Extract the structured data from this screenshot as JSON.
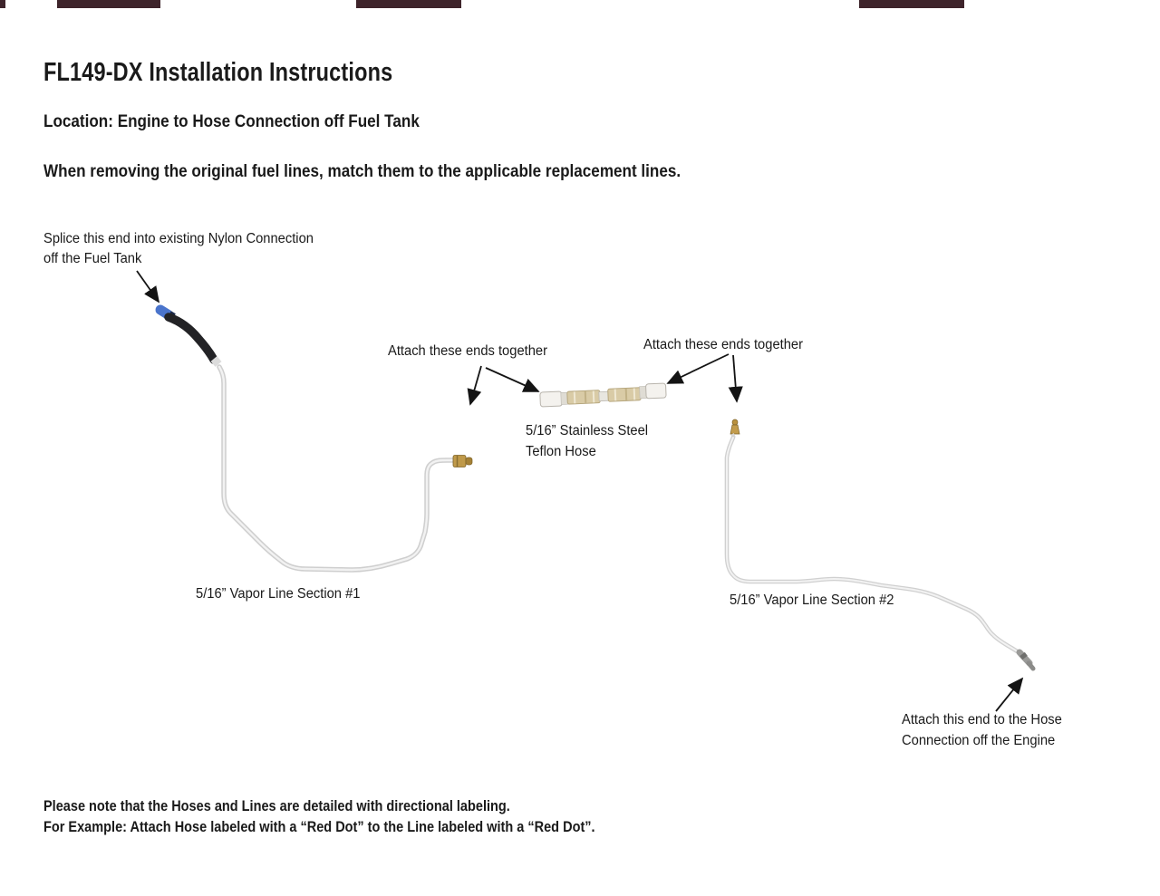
{
  "page": {
    "title": "FL149-DX Installation Instructions",
    "location": "Location: Engine to Hose Connection off Fuel Tank",
    "instruction": "When removing the original fuel lines, match them to the applicable replacement lines.",
    "footnote_line1": "Please note that the Hoses and Lines are detailed with directional labeling.",
    "footnote_line2": "For Example: Attach Hose labeled with a “Red Dot” to the Line labeled with a “Red Dot”."
  },
  "annotations": {
    "splice": {
      "line1": "Splice this end into existing Nylon Connection",
      "line2": "off the Fuel Tank"
    },
    "attach_left": "Attach these ends together",
    "attach_right": "Attach these ends together",
    "ss_hose": {
      "line1": "5/16” Stainless Steel",
      "line2": "Teflon Hose"
    },
    "vapor_line_1": "5/16” Vapor Line Section #1",
    "vapor_line_2": "5/16” Vapor Line Section #2",
    "engine_end": {
      "line1": "Attach this end to the Hose",
      "line2": "Connection off the Engine"
    }
  },
  "colors": {
    "text": "#1a1a1a",
    "top_bar": "#3e242b",
    "tube_grey": "#d0d0d0",
    "tube_core": "#f2f2f2",
    "hose_black": "#232326",
    "connector_blue": "#4a74cc",
    "brass": "#c09a4a",
    "braid_tan": "#d9cba6",
    "arrow_black": "#141414"
  }
}
